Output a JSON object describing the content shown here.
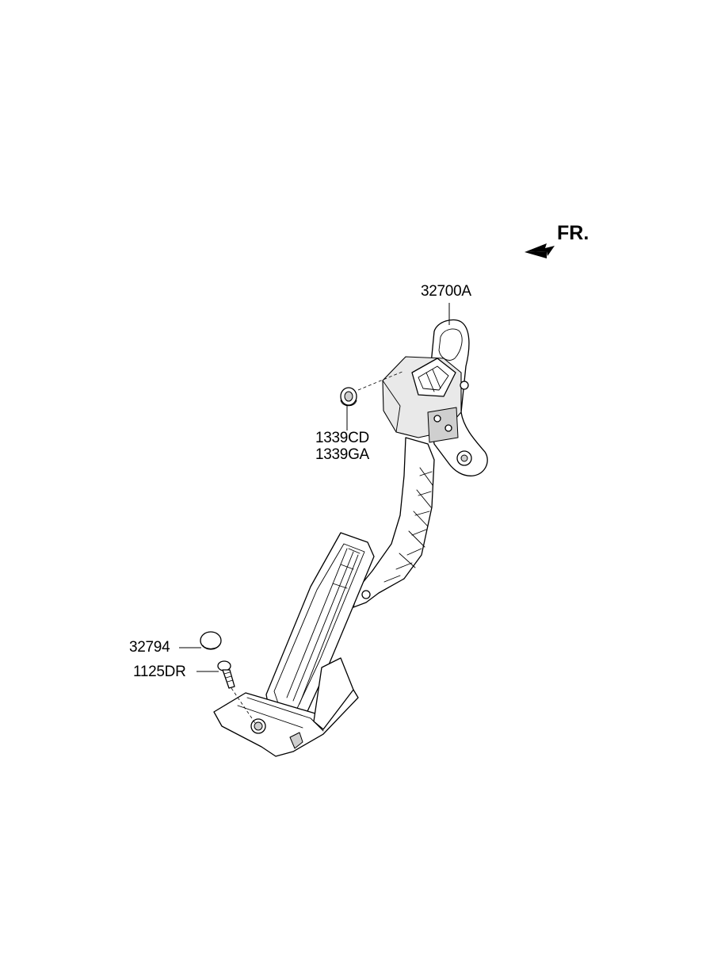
{
  "orientation": {
    "label": "FR.",
    "arrow_icon": "direction-arrow-icon"
  },
  "parts": [
    {
      "id": "32700A",
      "label": "32700A"
    },
    {
      "id": "1339CD",
      "label": "1339CD"
    },
    {
      "id": "1339GA",
      "label": "1339GA"
    },
    {
      "id": "32794",
      "label": "32794"
    },
    {
      "id": "1125DR",
      "label": "1125DR"
    }
  ],
  "colors": {
    "line": "#000000",
    "background": "#ffffff"
  }
}
